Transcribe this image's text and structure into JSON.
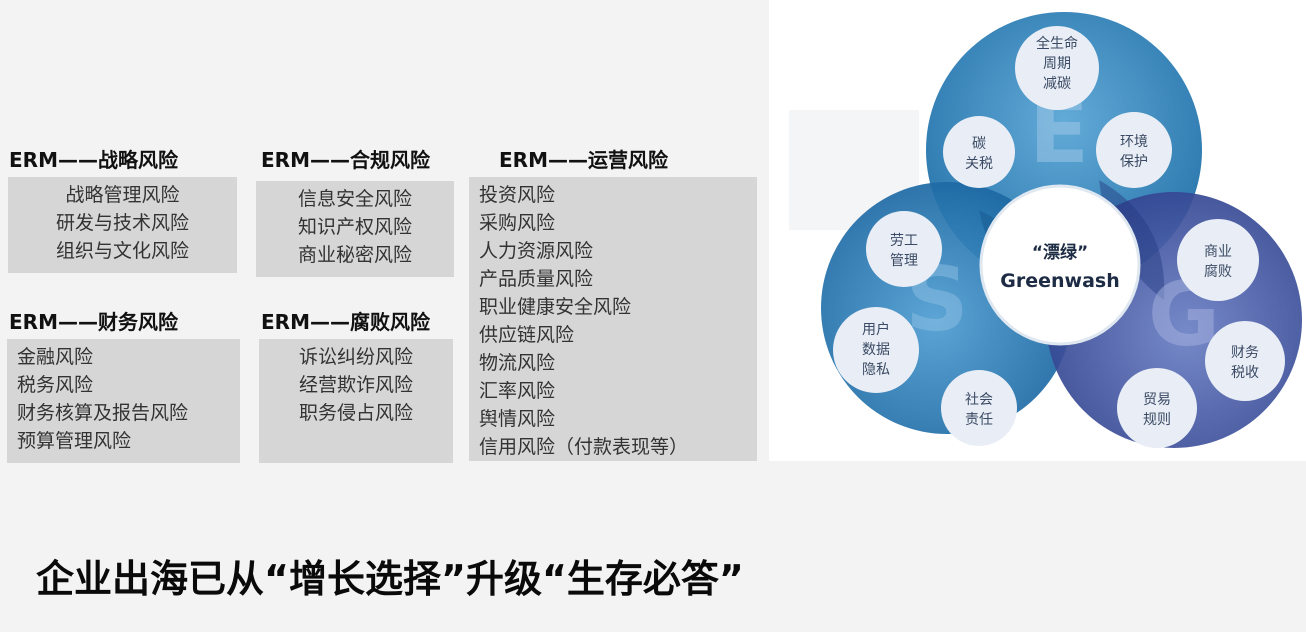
{
  "erm_groups": [
    {
      "title": "ERM——战略风险",
      "items": [
        "战略管理风险",
        "研发与技术风险",
        "组织与文化风险"
      ]
    },
    {
      "title": "ERM——合规风险",
      "items": [
        "信息安全风险",
        "知识产权风险",
        "商业秘密风险"
      ]
    },
    {
      "title": "ERM——运营风险",
      "items": [
        "投资风险",
        "采购风险",
        "人力资源风险",
        "产品质量风险",
        "职业健康安全风险",
        "供应链风险",
        "物流风险",
        "汇率风险",
        "舆情风险",
        "信用风险（付款表现等）"
      ]
    },
    {
      "title": "ERM——财务风险",
      "items": [
        "金融风险",
        "税务风险",
        "财务核算及报告风险",
        "预算管理风险"
      ]
    },
    {
      "title": "ERM——腐败风险",
      "items": [
        "诉讼纠纷风险",
        "经营欺诈风险",
        "职务侵占风险"
      ]
    }
  ],
  "esg_diagram": {
    "center_line1": "“漂绿”",
    "center_line2": "Greenwash",
    "letters": {
      "e": "E",
      "s": "S",
      "g": "G"
    },
    "nodes": {
      "lifecycle": [
        "全生命",
        "周期",
        "减碳"
      ],
      "carbon_tax": [
        "碳",
        "关税"
      ],
      "environment": [
        "环境",
        "保护"
      ],
      "labor": [
        "劳工",
        "管理"
      ],
      "user_data": [
        "用户",
        "数据",
        "隐私"
      ],
      "social": [
        "社会",
        "责任"
      ],
      "commercial_corruption": [
        "商业",
        "腐败"
      ],
      "finance_tax": [
        "财务",
        "税收"
      ],
      "trade_rules": [
        "贸易",
        "规则"
      ]
    },
    "colors": {
      "e_circle": "#2a7fb8",
      "s_circle": "#1d72ad",
      "g_circle": "#3b4f9e",
      "node_fill": "#e9eef6",
      "node_text": "#3a4a64"
    }
  },
  "headline": "企业出海已从“增长选择”升级“生存必答”"
}
